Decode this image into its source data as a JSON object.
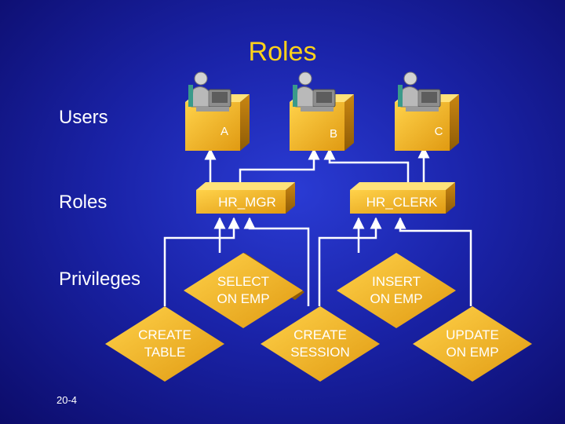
{
  "title": "Roles",
  "row_labels": {
    "users": "Users",
    "roles": "Roles",
    "privileges": "Privileges"
  },
  "users": [
    "A",
    "B",
    "C"
  ],
  "roles": [
    "HR_MGR",
    "HR_CLERK"
  ],
  "privileges": {
    "select_emp": [
      "SELECT",
      "ON EMP"
    ],
    "insert_emp": [
      "INSERT",
      "ON EMP"
    ],
    "create_table": [
      "CREATE",
      "TABLE"
    ],
    "create_session": [
      "CREATE",
      "SESSION"
    ],
    "update_emp": [
      "UPDATE",
      "ON EMP"
    ]
  },
  "footer": "20-4",
  "colors": {
    "background": "#1a23a8",
    "title": "#ffd21a",
    "box": "#f2b227",
    "lines": "#ffffff",
    "text": "#ffffff"
  }
}
